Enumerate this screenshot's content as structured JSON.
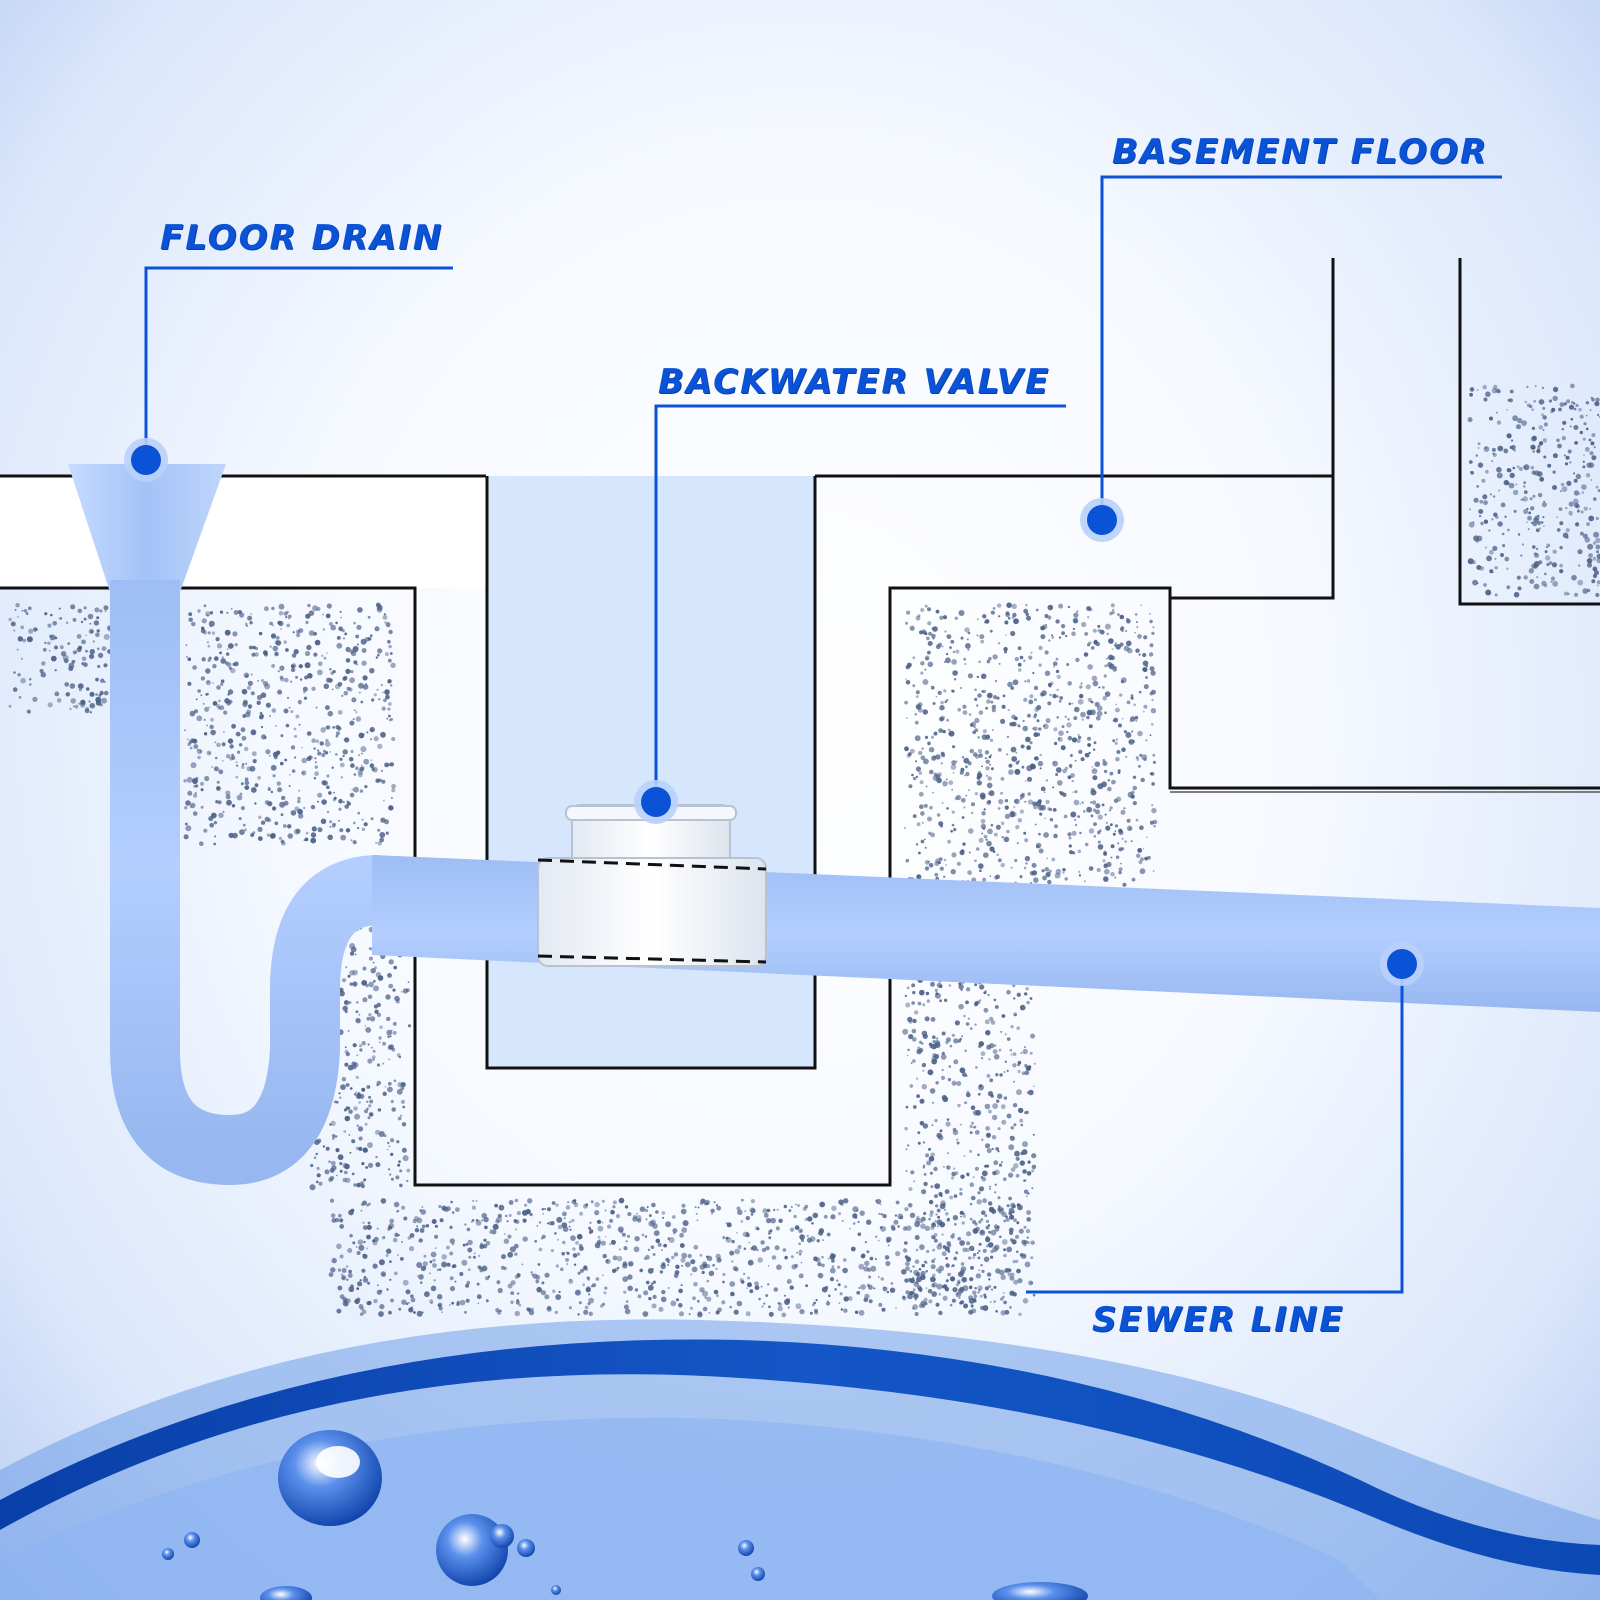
{
  "labels": {
    "floor_drain": "FLOOR DRAIN",
    "backwater_valve": "BACKWATER VALVE",
    "basement_floor": "BASEMENT FLOOR",
    "sewer_line": "SEWER LINE"
  },
  "colors": {
    "accent": "#0b53d6",
    "pipe": "#a9c6f7",
    "pipe_shade": "#8fb0ee",
    "pit": "#d6e6fc",
    "gravel": "#4a5f86",
    "wave_dark": "#0a3fa8",
    "wave_light": "#6f9ee8"
  },
  "icons": {
    "callout_marker": "dot-marker-icon",
    "bubbles": "water-bubble-icon"
  }
}
